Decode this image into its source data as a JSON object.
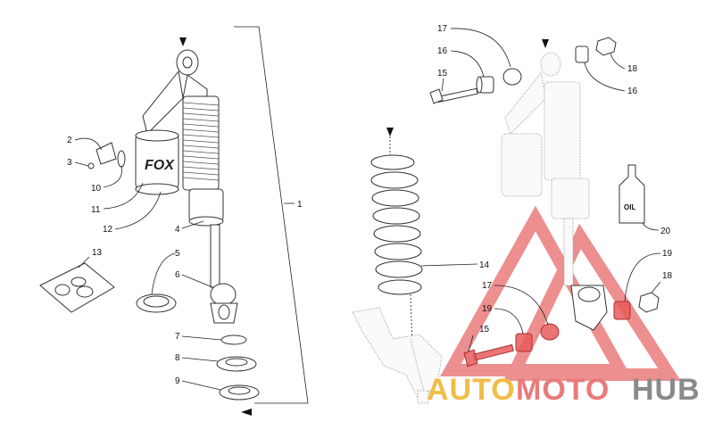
{
  "callouts": {
    "c1": "1",
    "c2": "2",
    "c3": "3",
    "c4": "4",
    "c5": "5",
    "c6": "6",
    "c7": "7",
    "c8": "8",
    "c9": "9",
    "c10": "10",
    "c11": "11",
    "c12": "12",
    "c13": "13",
    "c14": "14",
    "c15a": "15",
    "c15b": "15",
    "c16a": "16",
    "c16b": "16",
    "c17a": "17",
    "c17b": "17",
    "c18a": "18",
    "c18b": "18",
    "c19a": "19",
    "c19b": "19",
    "c20": "20"
  },
  "oil_bottle_label": "OIL",
  "logo_on_canister": "FOX",
  "watermark": {
    "part1": "AUTO",
    "part2": "MOTO",
    "part3": "HUB"
  },
  "colors": {
    "watermark_yellow": "#f1bd47",
    "watermark_red": "#e97a7a",
    "watermark_gray": "#8a8a8a"
  }
}
